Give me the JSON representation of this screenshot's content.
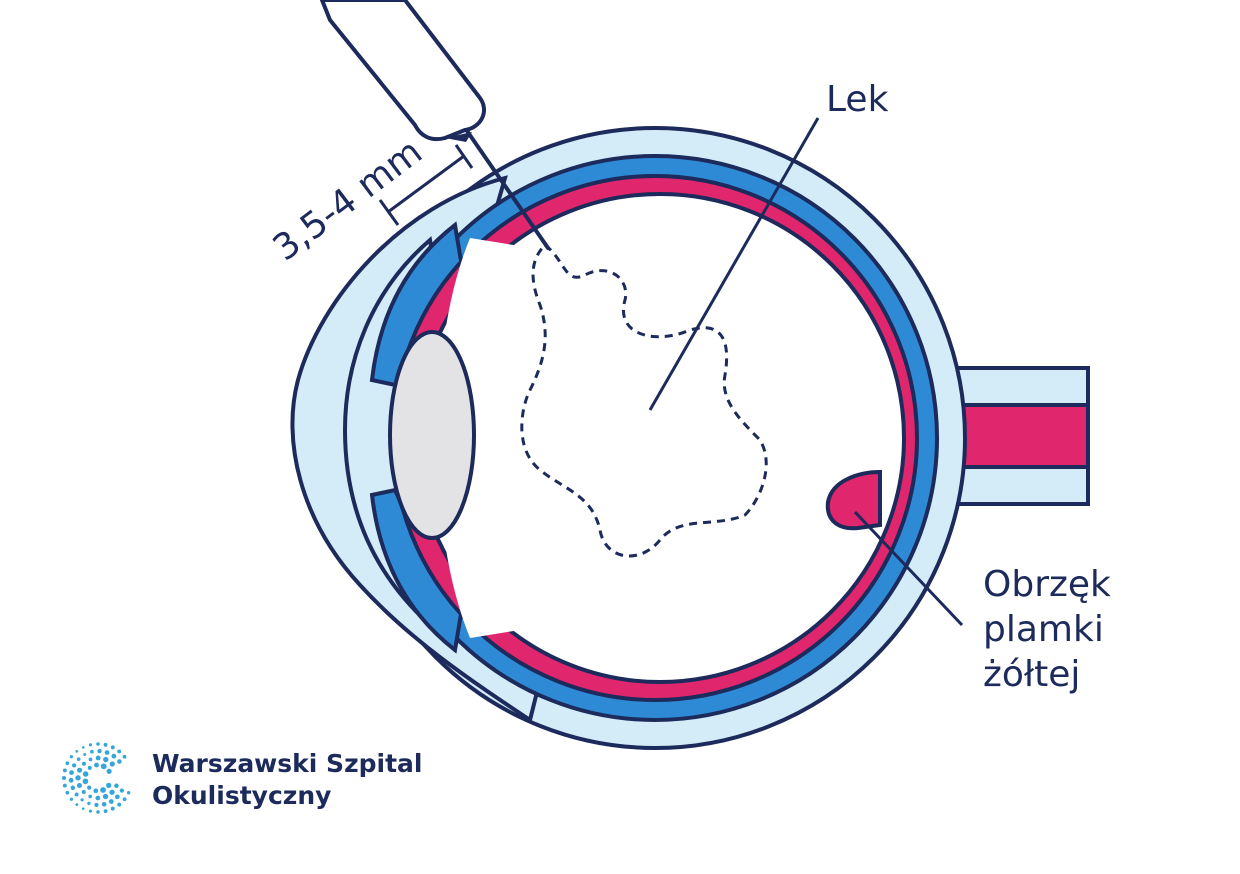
{
  "labels": {
    "drug": "Lek",
    "distance": "3,5-4 mm",
    "edema_line1": "Obrzęk",
    "edema_line2": "plamki",
    "edema_line3": "żółtej"
  },
  "logo": {
    "line1": "Warszawski Szpital",
    "line2": "Okulistyczny"
  },
  "colors": {
    "navy": "#1c2a5c",
    "light_blue": "#d4ebf8",
    "mid_blue": "#2f8ad6",
    "magenta": "#e0266c",
    "lens_gray": "#e3e3e6",
    "logo_blue": "#35a6d9"
  }
}
